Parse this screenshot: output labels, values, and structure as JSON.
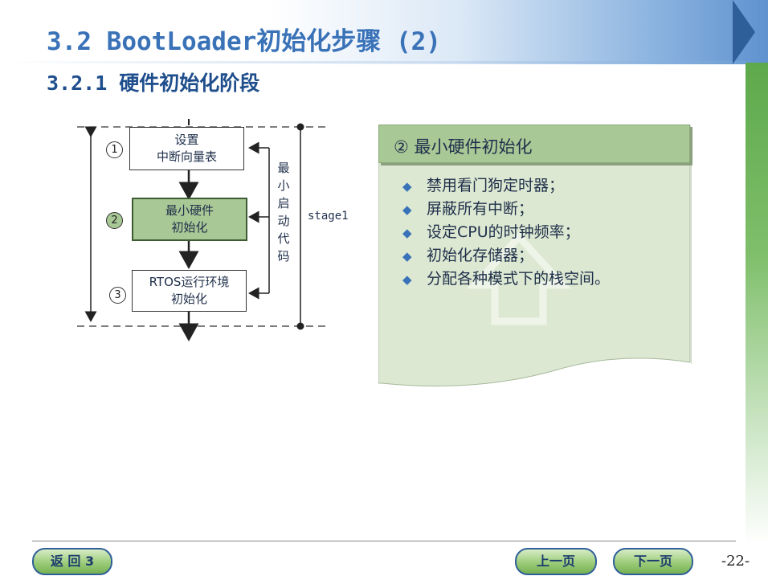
{
  "header": {
    "title": "3.2 BootLoader初始化步骤 (2)",
    "subtitle": "3.2.1 硬件初始化阶段"
  },
  "diagram": {
    "steps": [
      {
        "num": "1",
        "line1": "设置",
        "line2": "中断向量表"
      },
      {
        "num": "2",
        "line1": "最小硬件",
        "line2": "初始化"
      },
      {
        "num": "3",
        "line1": "RTOS运行环境",
        "line2": "初始化"
      }
    ],
    "side_label": "最小启动代码",
    "side_label_chars": [
      "最",
      "小",
      "启",
      "动",
      "代",
      "码"
    ],
    "stage_label": "stage1"
  },
  "note": {
    "heading": "② 最小硬件初始化",
    "items": [
      "禁用看门狗定时器；",
      "屏蔽所有中断；",
      "设定CPU的时钟频率；",
      "初始化存储器；",
      "分配各种模式下的栈空间。"
    ]
  },
  "footer": {
    "back_label": "返 回 3",
    "prev_label": "上一页",
    "next_label": "下一页",
    "page_number": "-22-"
  },
  "colors": {
    "title_blue": "#3a72b8",
    "accent_green": "#a8c896",
    "nav_green": "#9ccc7a"
  }
}
